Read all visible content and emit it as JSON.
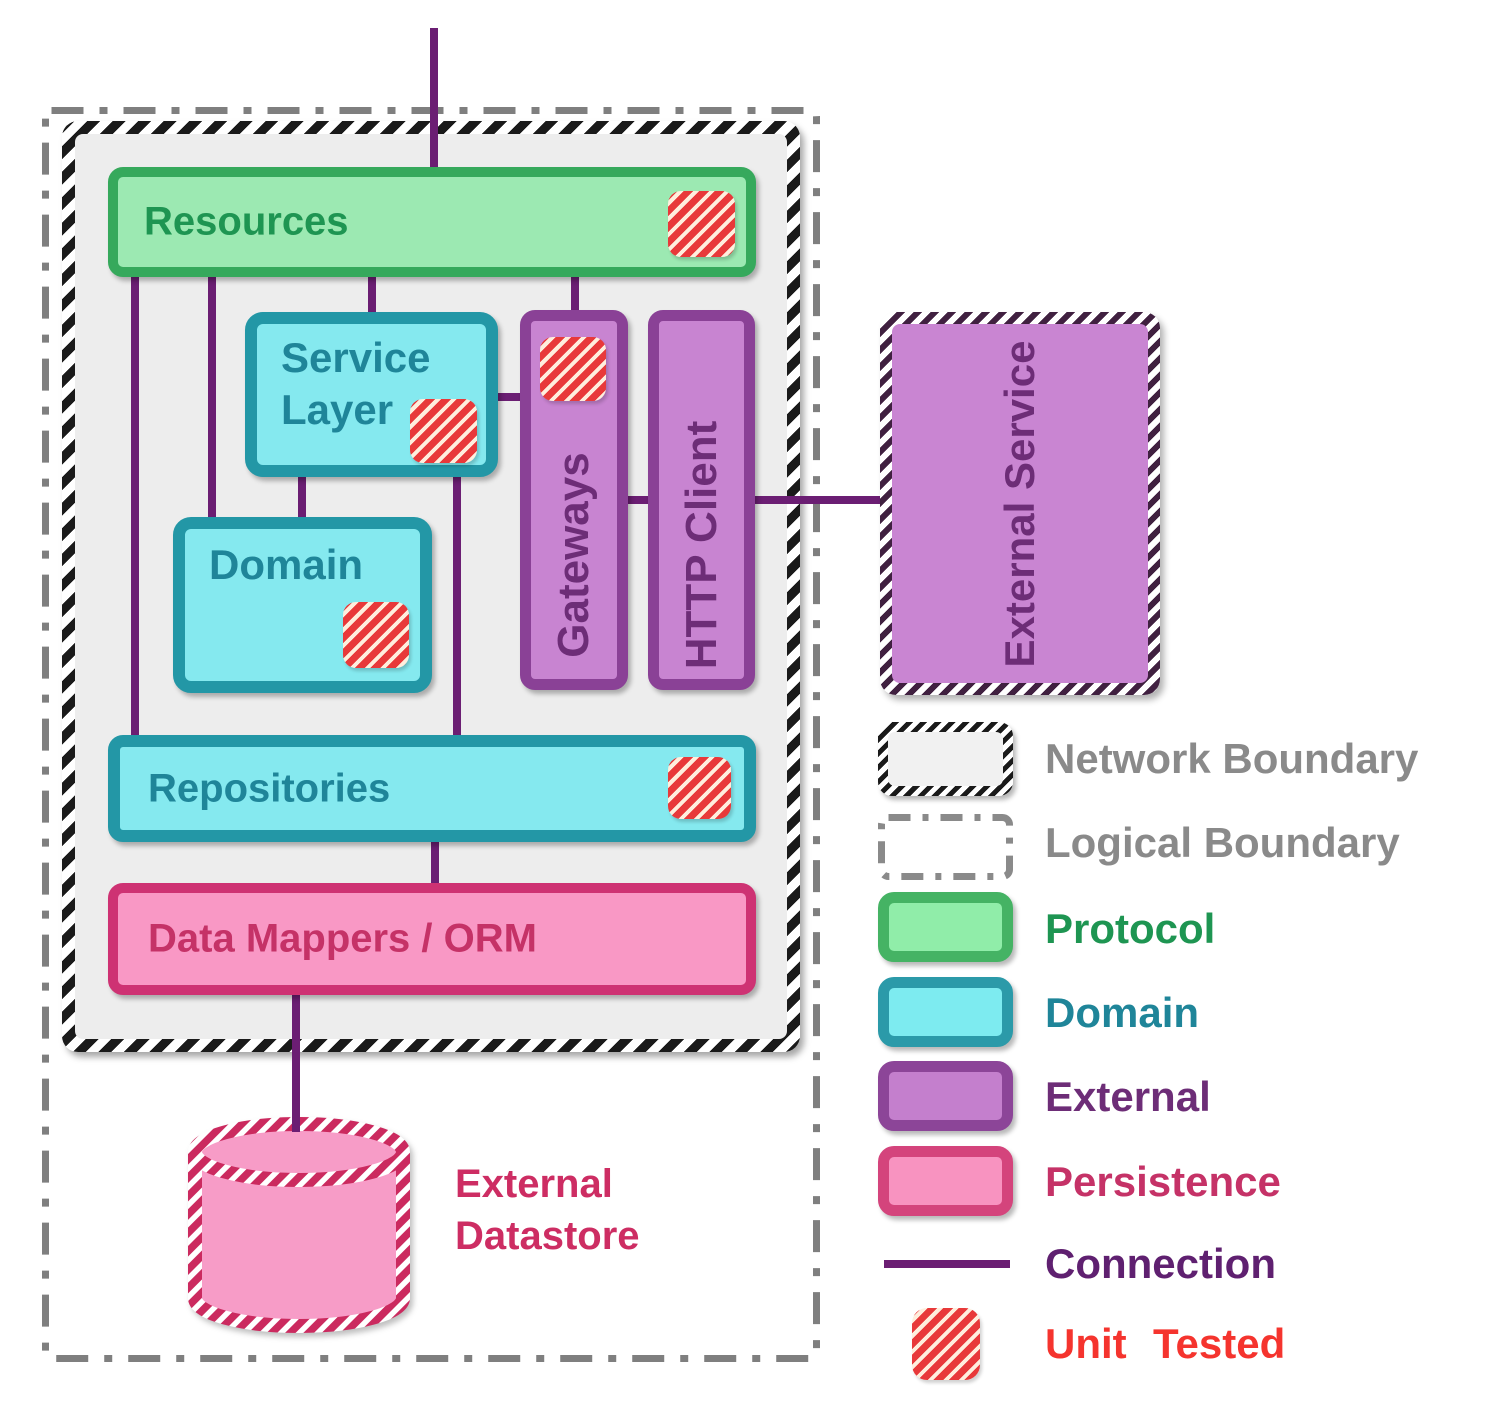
{
  "nodes": {
    "resources": {
      "label": "Resources",
      "type": "protocol",
      "unit_tested": true
    },
    "service_layer": {
      "label": "Service Layer",
      "type": "domain",
      "unit_tested": true
    },
    "domain": {
      "label": "Domain",
      "type": "domain",
      "unit_tested": true
    },
    "gateways": {
      "label": "Gateways",
      "type": "external",
      "unit_tested": true
    },
    "http_client": {
      "label": "HTTP Client",
      "type": "external",
      "unit_tested": false
    },
    "repositories": {
      "label": "Repositories",
      "type": "domain",
      "unit_tested": true
    },
    "data_mappers": {
      "label": "Data Mappers / ORM",
      "type": "persistence",
      "unit_tested": false
    },
    "external_service": {
      "label": "External Service",
      "type": "external",
      "unit_tested": false
    },
    "external_datastore": {
      "label": "External Datastore",
      "type": "persistence",
      "unit_tested": false
    }
  },
  "connections": [
    {
      "from": "outside-top",
      "to": "resources"
    },
    {
      "from": "resources",
      "to": "repositories"
    },
    {
      "from": "resources",
      "to": "domain"
    },
    {
      "from": "resources",
      "to": "service_layer"
    },
    {
      "from": "resources",
      "to": "gateways"
    },
    {
      "from": "service_layer",
      "to": "domain"
    },
    {
      "from": "service_layer",
      "to": "repositories"
    },
    {
      "from": "service_layer",
      "to": "gateways"
    },
    {
      "from": "gateways",
      "to": "http_client"
    },
    {
      "from": "http_client",
      "to": "external_service"
    },
    {
      "from": "repositories",
      "to": "data_mappers"
    },
    {
      "from": "data_mappers",
      "to": "external_datastore"
    }
  ],
  "legend": {
    "items": [
      {
        "id": "network-boundary",
        "label": "Network Boundary",
        "text_color": "#8a8a8a"
      },
      {
        "id": "logical-boundary",
        "label": "Logical Boundary",
        "text_color": "#8a8a8a"
      },
      {
        "id": "protocol",
        "label": "Protocol",
        "text_color": "#1e9552"
      },
      {
        "id": "domain",
        "label": "Domain",
        "text_color": "#1f8599"
      },
      {
        "id": "external",
        "label": "External",
        "text_color": "#6d2d77"
      },
      {
        "id": "persistence",
        "label": "Persistence",
        "text_color": "#c53267"
      },
      {
        "id": "connection",
        "label": "Connection",
        "text_color": "#5f2070"
      },
      {
        "id": "unit-tested",
        "label": "Unit Tested",
        "text_color": "#f5342e"
      }
    ]
  },
  "colors": {
    "protocol_fill": "#9ce9b2",
    "protocol_border": "#36a95c",
    "protocol_text": "#1e9552",
    "domain_fill": "#85e9ef",
    "domain_border": "#2397a6",
    "domain_text": "#1f8599",
    "external_fill": "#c884d1",
    "external_border": "#8a4196",
    "external_text": "#6d2d77",
    "persistence_fill": "#f998c5",
    "persistence_border": "#ce3273",
    "persistence_text": "#c53267",
    "connection": "#6b1e73",
    "unit_tested_red": "#e8393a",
    "external_service_stripe": "#402040",
    "datastore_stripe": "#cb2a5f",
    "boundary_gray": "#8a8a8a",
    "network_area_fill": "#ededed",
    "unit_tested_text": "#f5342e",
    "datastore_text": "#cd2d63"
  }
}
